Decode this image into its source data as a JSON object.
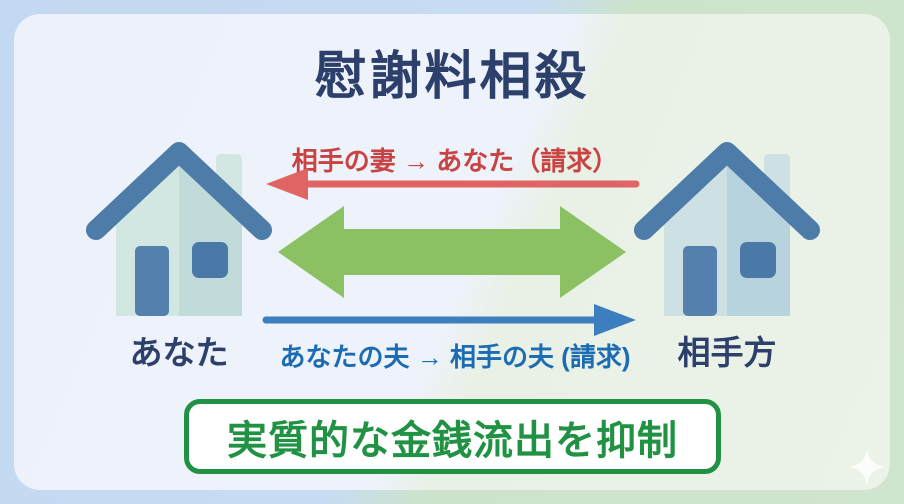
{
  "title": "慰謝料相殺",
  "top_flow": {
    "label": "相手の妻 → あなた（請求）",
    "direction": "right-to-left"
  },
  "bottom_flow": {
    "label": "あなたの夫 → 相手の夫 (請求)",
    "direction": "left-to-right"
  },
  "left_party": {
    "label": "あなた"
  },
  "right_party": {
    "label": "相手方"
  },
  "conclusion": {
    "label": "実質的な金銭流出を抑制"
  },
  "icons": {
    "left_house": "house-icon",
    "right_house": "house-icon",
    "center": "double-arrow-icon",
    "corner": "sparkle-icon"
  },
  "colors": {
    "navy": "#2c406b",
    "red": "#c94343",
    "red_arrow": "#e06464",
    "blue": "#1c6cb3",
    "blue_arrow": "#3d7ebf",
    "green_arrow": "#8cc163",
    "green_box": "#219244",
    "house_roof": "#4e7ca8",
    "house_body": "#d2e6e2",
    "house_body_shade": "#c0dbda",
    "house_body2": "#cde1e4",
    "house_body2_shade": "#b7d3dd",
    "house_door": "#5480ae",
    "house_window": "#4a79a7"
  }
}
